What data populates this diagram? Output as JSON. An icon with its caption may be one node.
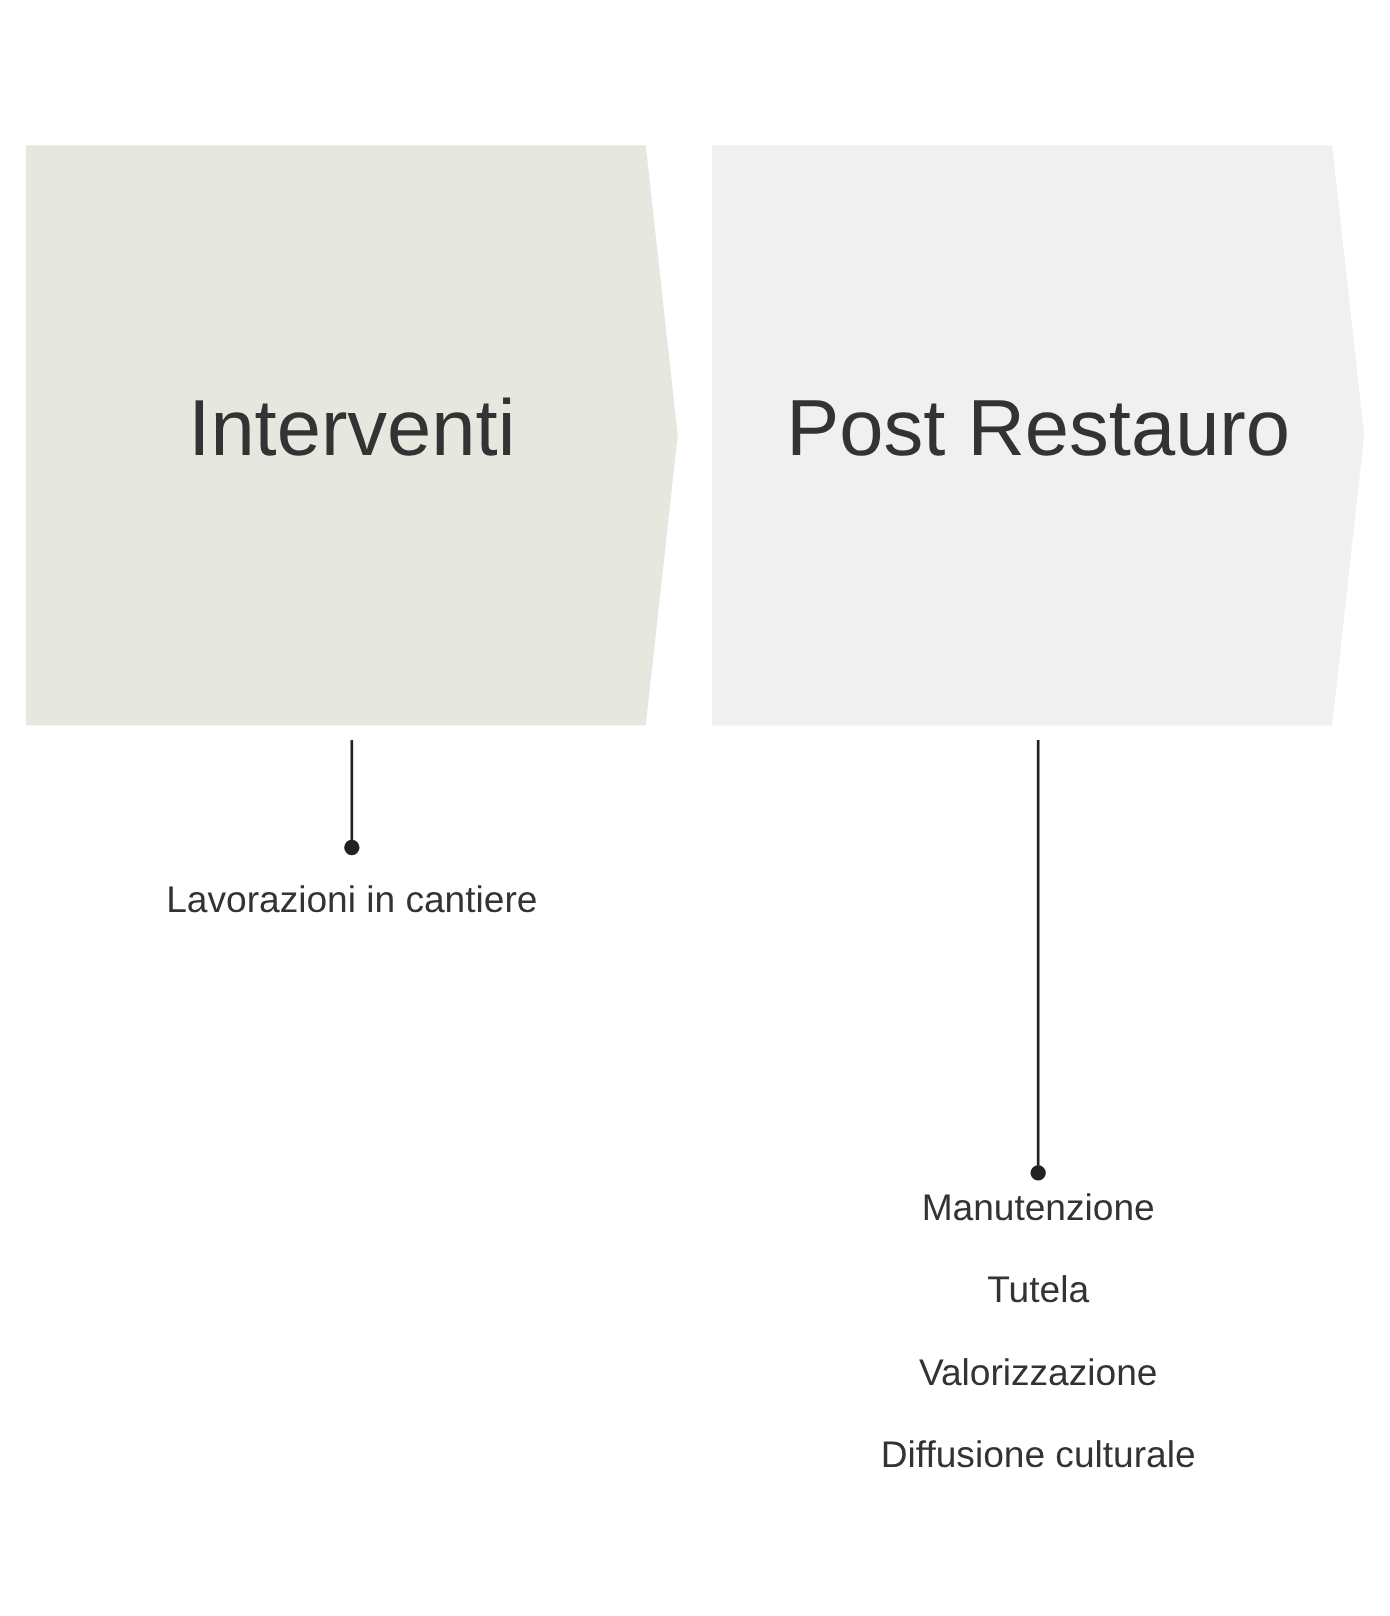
{
  "diagram": {
    "nodes": [
      {
        "text": [
          "Interventi"
        ]
      },
      {
        "text": [
          "Post Restauro"
        ]
      },
      {
        "text": [
          "Lavorazioni in cantiere"
        ]
      },
      {
        "text": [
          "Manutenzione",
          "Tutela",
          "Valorizzazione",
          "Diffusione culturale"
        ]
      }
    ],
    "edges": [
      {
        "from": 0,
        "to": 2,
        "arrow": "other"
      },
      {
        "from": 1,
        "to": 3,
        "arrow": "other"
      }
    ]
  }
}
